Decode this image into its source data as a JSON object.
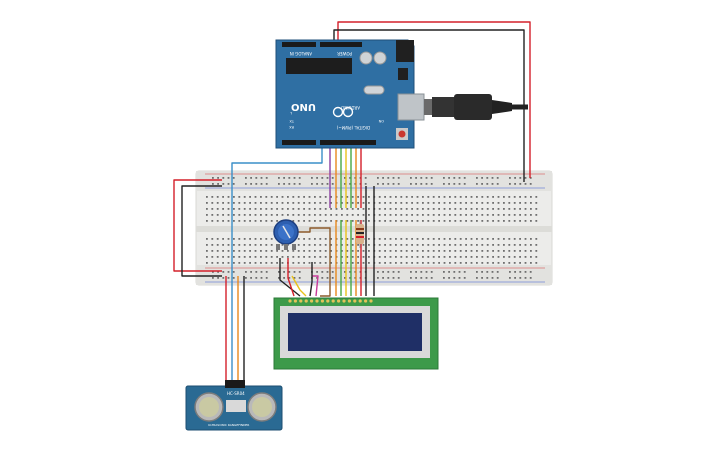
{
  "arduino": {
    "brand": "ARDUINO",
    "model": "UNO",
    "digital_label": "DIGITAL (PWM~)",
    "analog_label": "ANALOG IN",
    "power_label": "POWER",
    "tx_label": "TX",
    "rx_label": "RX",
    "on_label": "ON",
    "l_label": "L"
  },
  "sensor": {
    "model": "HC-SR04",
    "subtitle": "ULTRASONIC RANGEFINDER"
  },
  "lcd": {
    "lines": [
      "",
      ""
    ]
  },
  "colors": {
    "arduino_board": "#2f6fa3",
    "breadboard": "#eeeeec",
    "lcd_pcb": "#3d9a4a",
    "lcd_screen": "#1f2f66",
    "sensor_pcb": "#2a6a93",
    "wire_red": "#d4202a",
    "wire_black": "#222222",
    "wire_blue": "#3a8fc8",
    "wire_orange": "#e8891d",
    "wire_green": "#46a845",
    "wire_purple": "#8b3fa1",
    "wire_yellow": "#e9c21b",
    "wire_brown": "#8b5a2b",
    "wire_magenta": "#c83a9a",
    "potentiometer": "#2d5fb0"
  }
}
